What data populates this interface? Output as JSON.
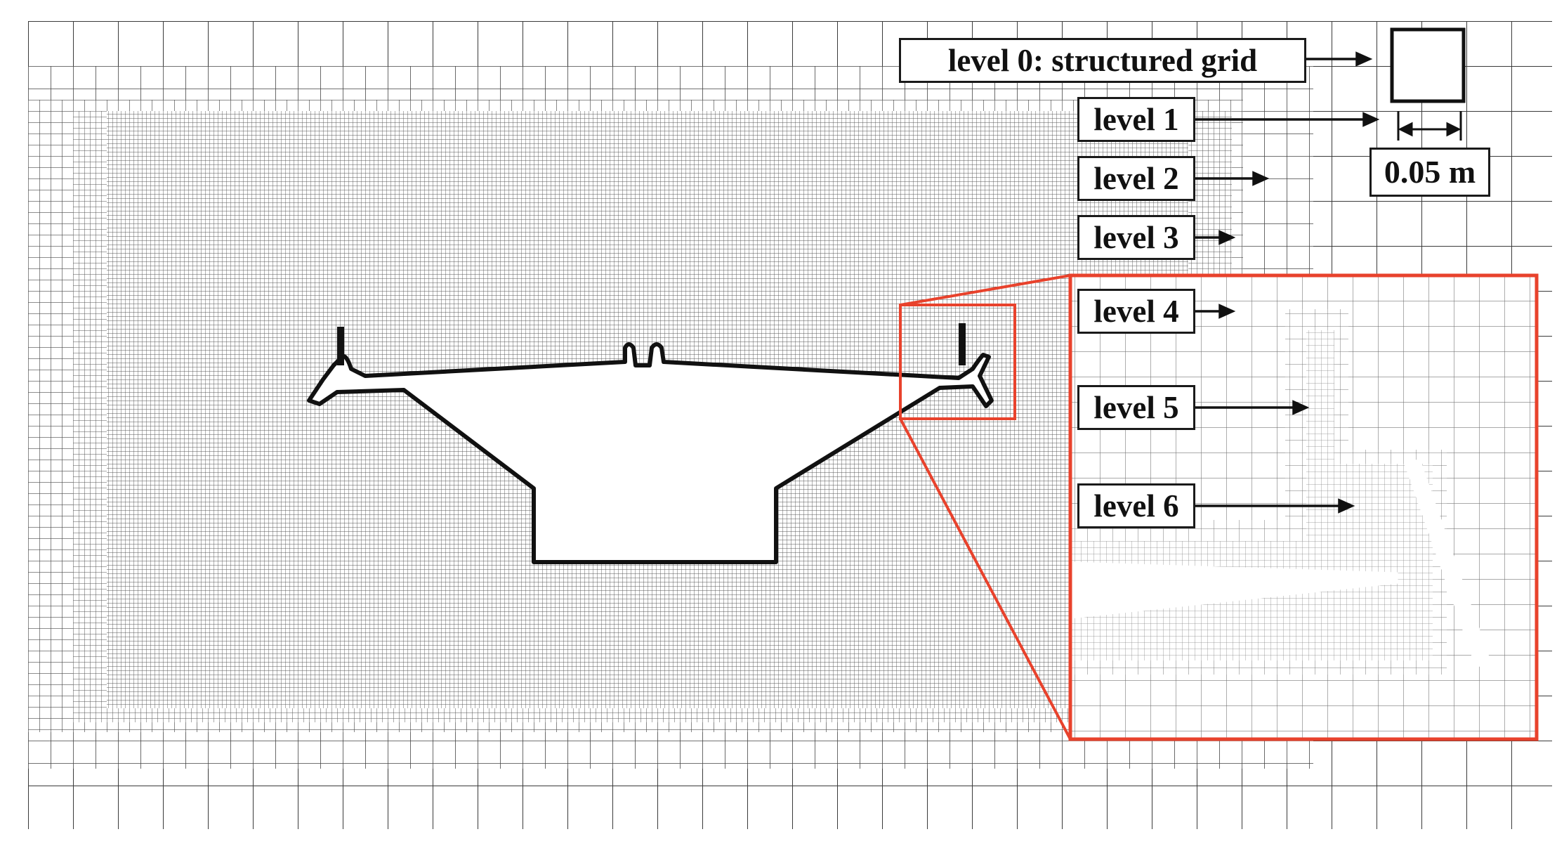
{
  "labels": {
    "level0": "level 0: structured grid",
    "level1": "level 1",
    "level2": "level 2",
    "level3": "level 3",
    "level4": "level 4",
    "level5": "level 5",
    "level6": "level 6",
    "scale": "0.05 m"
  },
  "colors": {
    "grid": "#4a4a4a",
    "outline": "#111111",
    "zoom_frame": "#e8422c",
    "background": "#ffffff"
  }
}
